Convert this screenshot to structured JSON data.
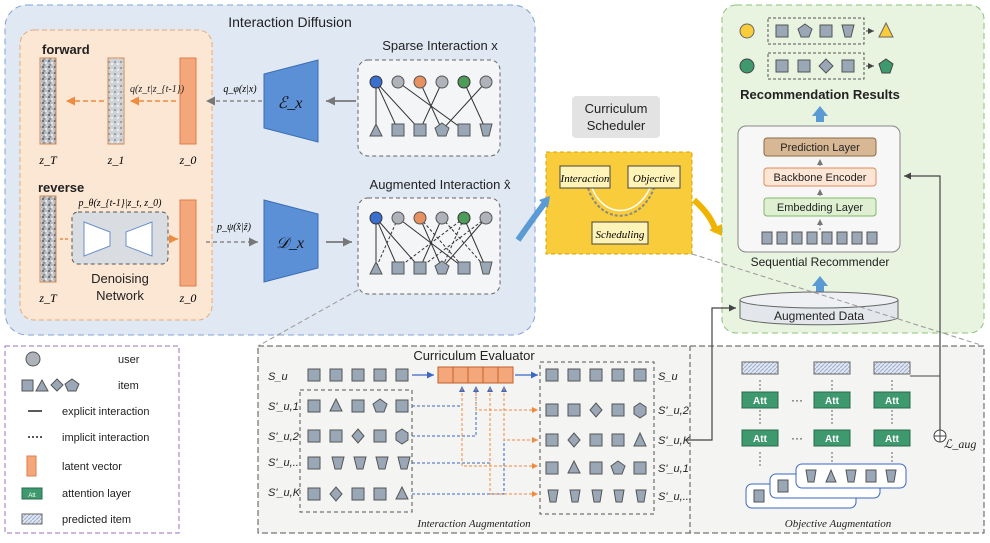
{
  "interaction_diffusion": {
    "title": "Interaction Diffusion",
    "forward": "forward",
    "reverse": "reverse",
    "q_label": "q(z_t|z_{t-1})",
    "q_phi": "q_φ(z|x)",
    "p_theta": "p_θ(z_{t-1}|z_t, z_0)",
    "p_psi": "p_ψ(x̂|ẑ)",
    "zT": "z_T",
    "z1": "z_1",
    "z0": "z_0",
    "denoising": "Denoising",
    "network": "Network",
    "enc": "ℰ_x",
    "dec": "𝒟_x",
    "sparse": "Sparse Interaction x",
    "augmented": "Augmented Interaction x̂"
  },
  "curriculum": {
    "scheduler_line1": "Curriculum",
    "scheduler_line2": "Scheduler",
    "interaction": "Interaction",
    "objective": "Objective",
    "scheduling": "Scheduling",
    "evaluator": "Curriculum Evaluator"
  },
  "recommender": {
    "results": "Recommendation Results",
    "prediction_layer": "Prediction Layer",
    "backbone_encoder": "Backbone Encoder",
    "embedding_layer": "Embedding Layer",
    "sequential_recommender": "Sequential Recommender",
    "augmented_data": "Augmented Data"
  },
  "legend": {
    "user": "user",
    "item": "item",
    "explicit": "explicit interaction",
    "implicit": "implicit interaction",
    "latent": "latent vector",
    "attention": "attention layer",
    "predicted": "predicted item",
    "att_small": "Att"
  },
  "augmentation": {
    "left_labels": [
      "S_u",
      "S'_u,1",
      "S'_u,2",
      "S'_u,...",
      "S'_u,K"
    ],
    "right_labels": [
      "S_u",
      "S'_u,2",
      "S'_u,K",
      "S'_u,1",
      "S'_u,..."
    ],
    "interaction_caption": "Interaction Augmentation",
    "objective_caption": "Objective Augmentation",
    "att": "Att",
    "dots": "···",
    "l_aug": "ℒ_aug"
  },
  "colors": {
    "blue_panel": "#dfe8f3",
    "orange_panel": "#fbe7d4",
    "green_panel": "#e8f3e0",
    "yellow": "#f8cc3a",
    "latent": "#f5a77c",
    "item_fill": "#9aa7b7",
    "att_green": "#3e9a6e"
  }
}
